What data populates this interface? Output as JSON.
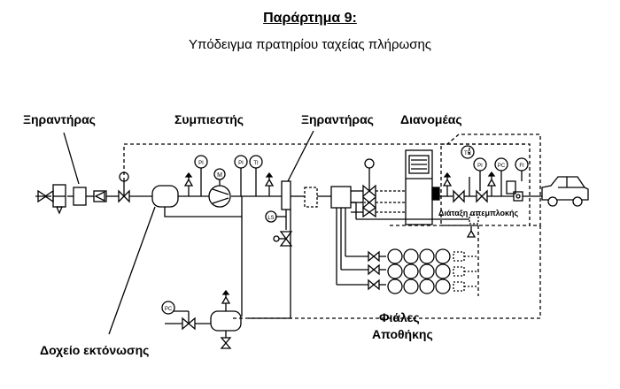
{
  "header": {
    "title": "Παράρτημα 9:",
    "subtitle": "Υπόδειγμα πρατηρίου ταχείας πλήρωσης"
  },
  "diagram": {
    "labels": {
      "dryer1": "Ξηραντήρας",
      "compressor": "Συμπιεστής",
      "dryer2": "Ξηραντήρας",
      "dispensers": "Διανομέας",
      "breakaway": "Διάταξη απεμπλοκής",
      "storage_line1": "Φιάλες",
      "storage_line2": "Αποθήκης",
      "blowdown": "Δοχείο εκτόνωσης"
    },
    "instruments": {
      "pc": "PC",
      "m": "M",
      "ls": "LS",
      "pi": "PI",
      "ti": "TI",
      "tr": "TR",
      "pi_a": "PI",
      "pc_disp": "PC",
      "fi": "FI"
    }
  }
}
